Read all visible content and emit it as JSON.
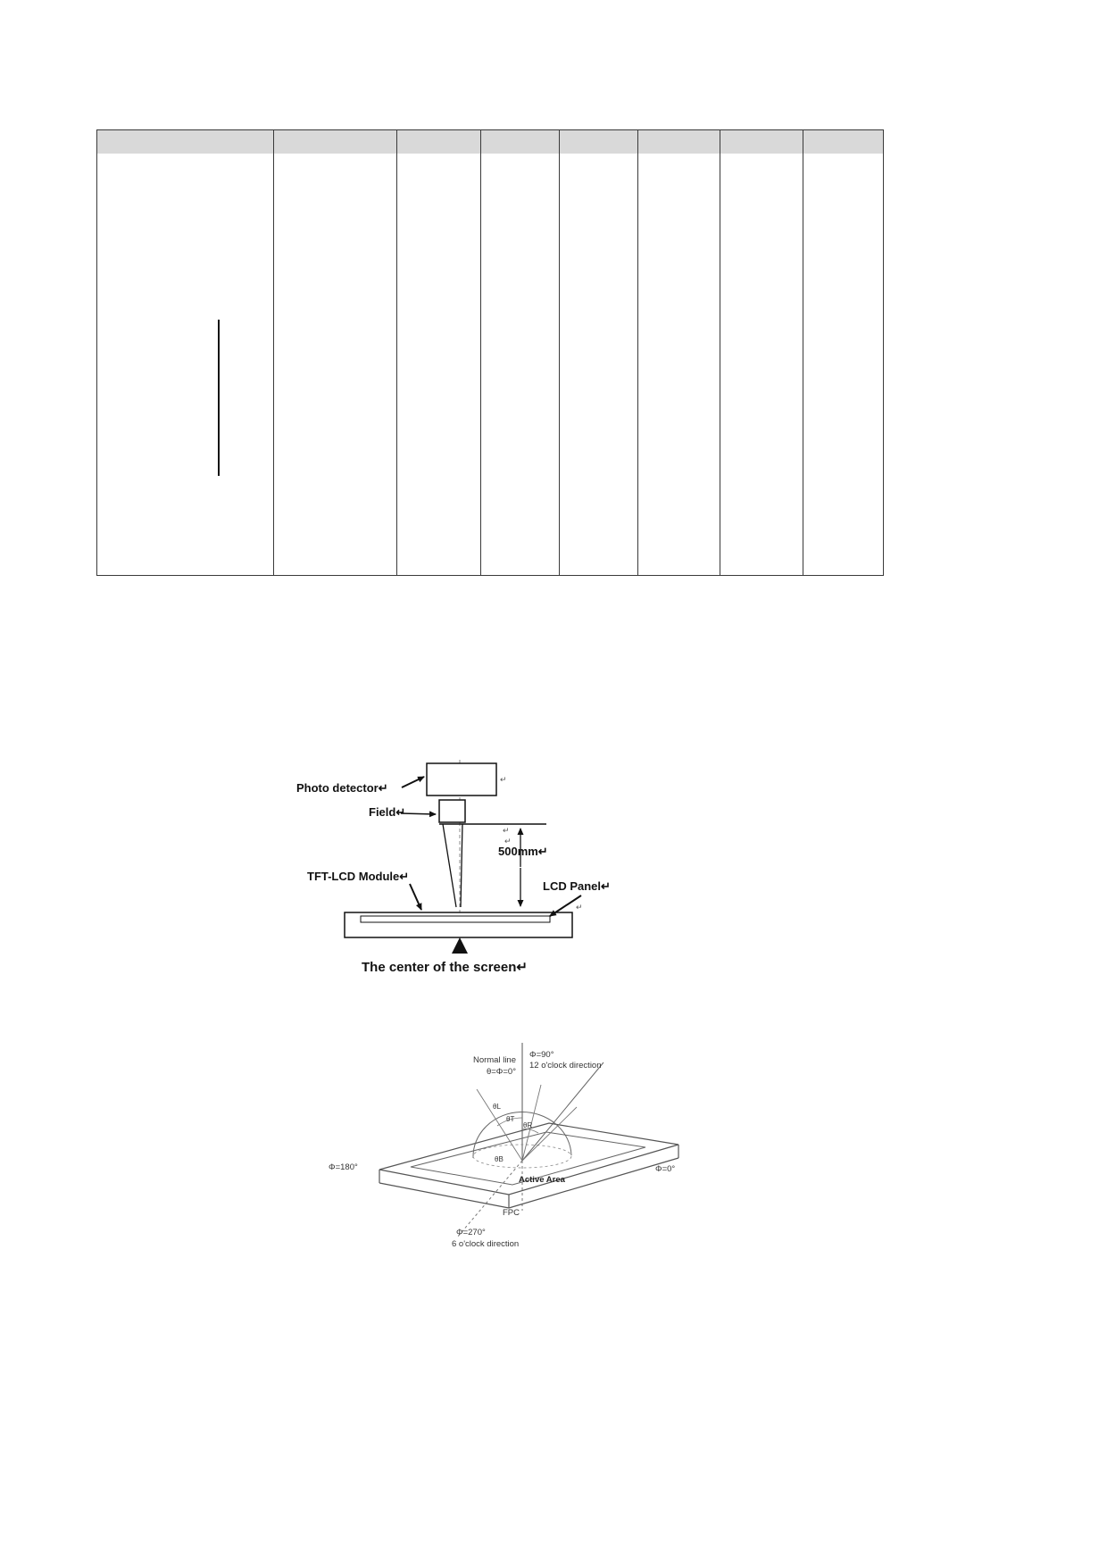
{
  "table": {
    "header_bg": "#d9d9d9",
    "border_color": "#3a3a3a"
  },
  "figure1": {
    "return_mark": "↵",
    "photo_detector": "Photo detector↵",
    "field": "Field↵",
    "distance": "500mm↵",
    "module": "TFT-LCD Module↵",
    "lcd_panel": "LCD Panel↵",
    "caption": "The center of the screen↵"
  },
  "figure2": {
    "normal_line_1": "Normal line",
    "normal_line_2": "θ=Φ=0°",
    "phi_90": "Φ=90°",
    "dir_12": "12 o'clock direction",
    "phi_180": "Φ=180°",
    "phi_0": "Φ=0°",
    "active_area": "Active Area",
    "fpc": "FPC",
    "phi_270": "Φ=270°",
    "dir_6": "6 o'clock direction",
    "theta_l": "θL",
    "theta_t": "θT",
    "theta_r": "θR",
    "theta_b": "θB"
  }
}
